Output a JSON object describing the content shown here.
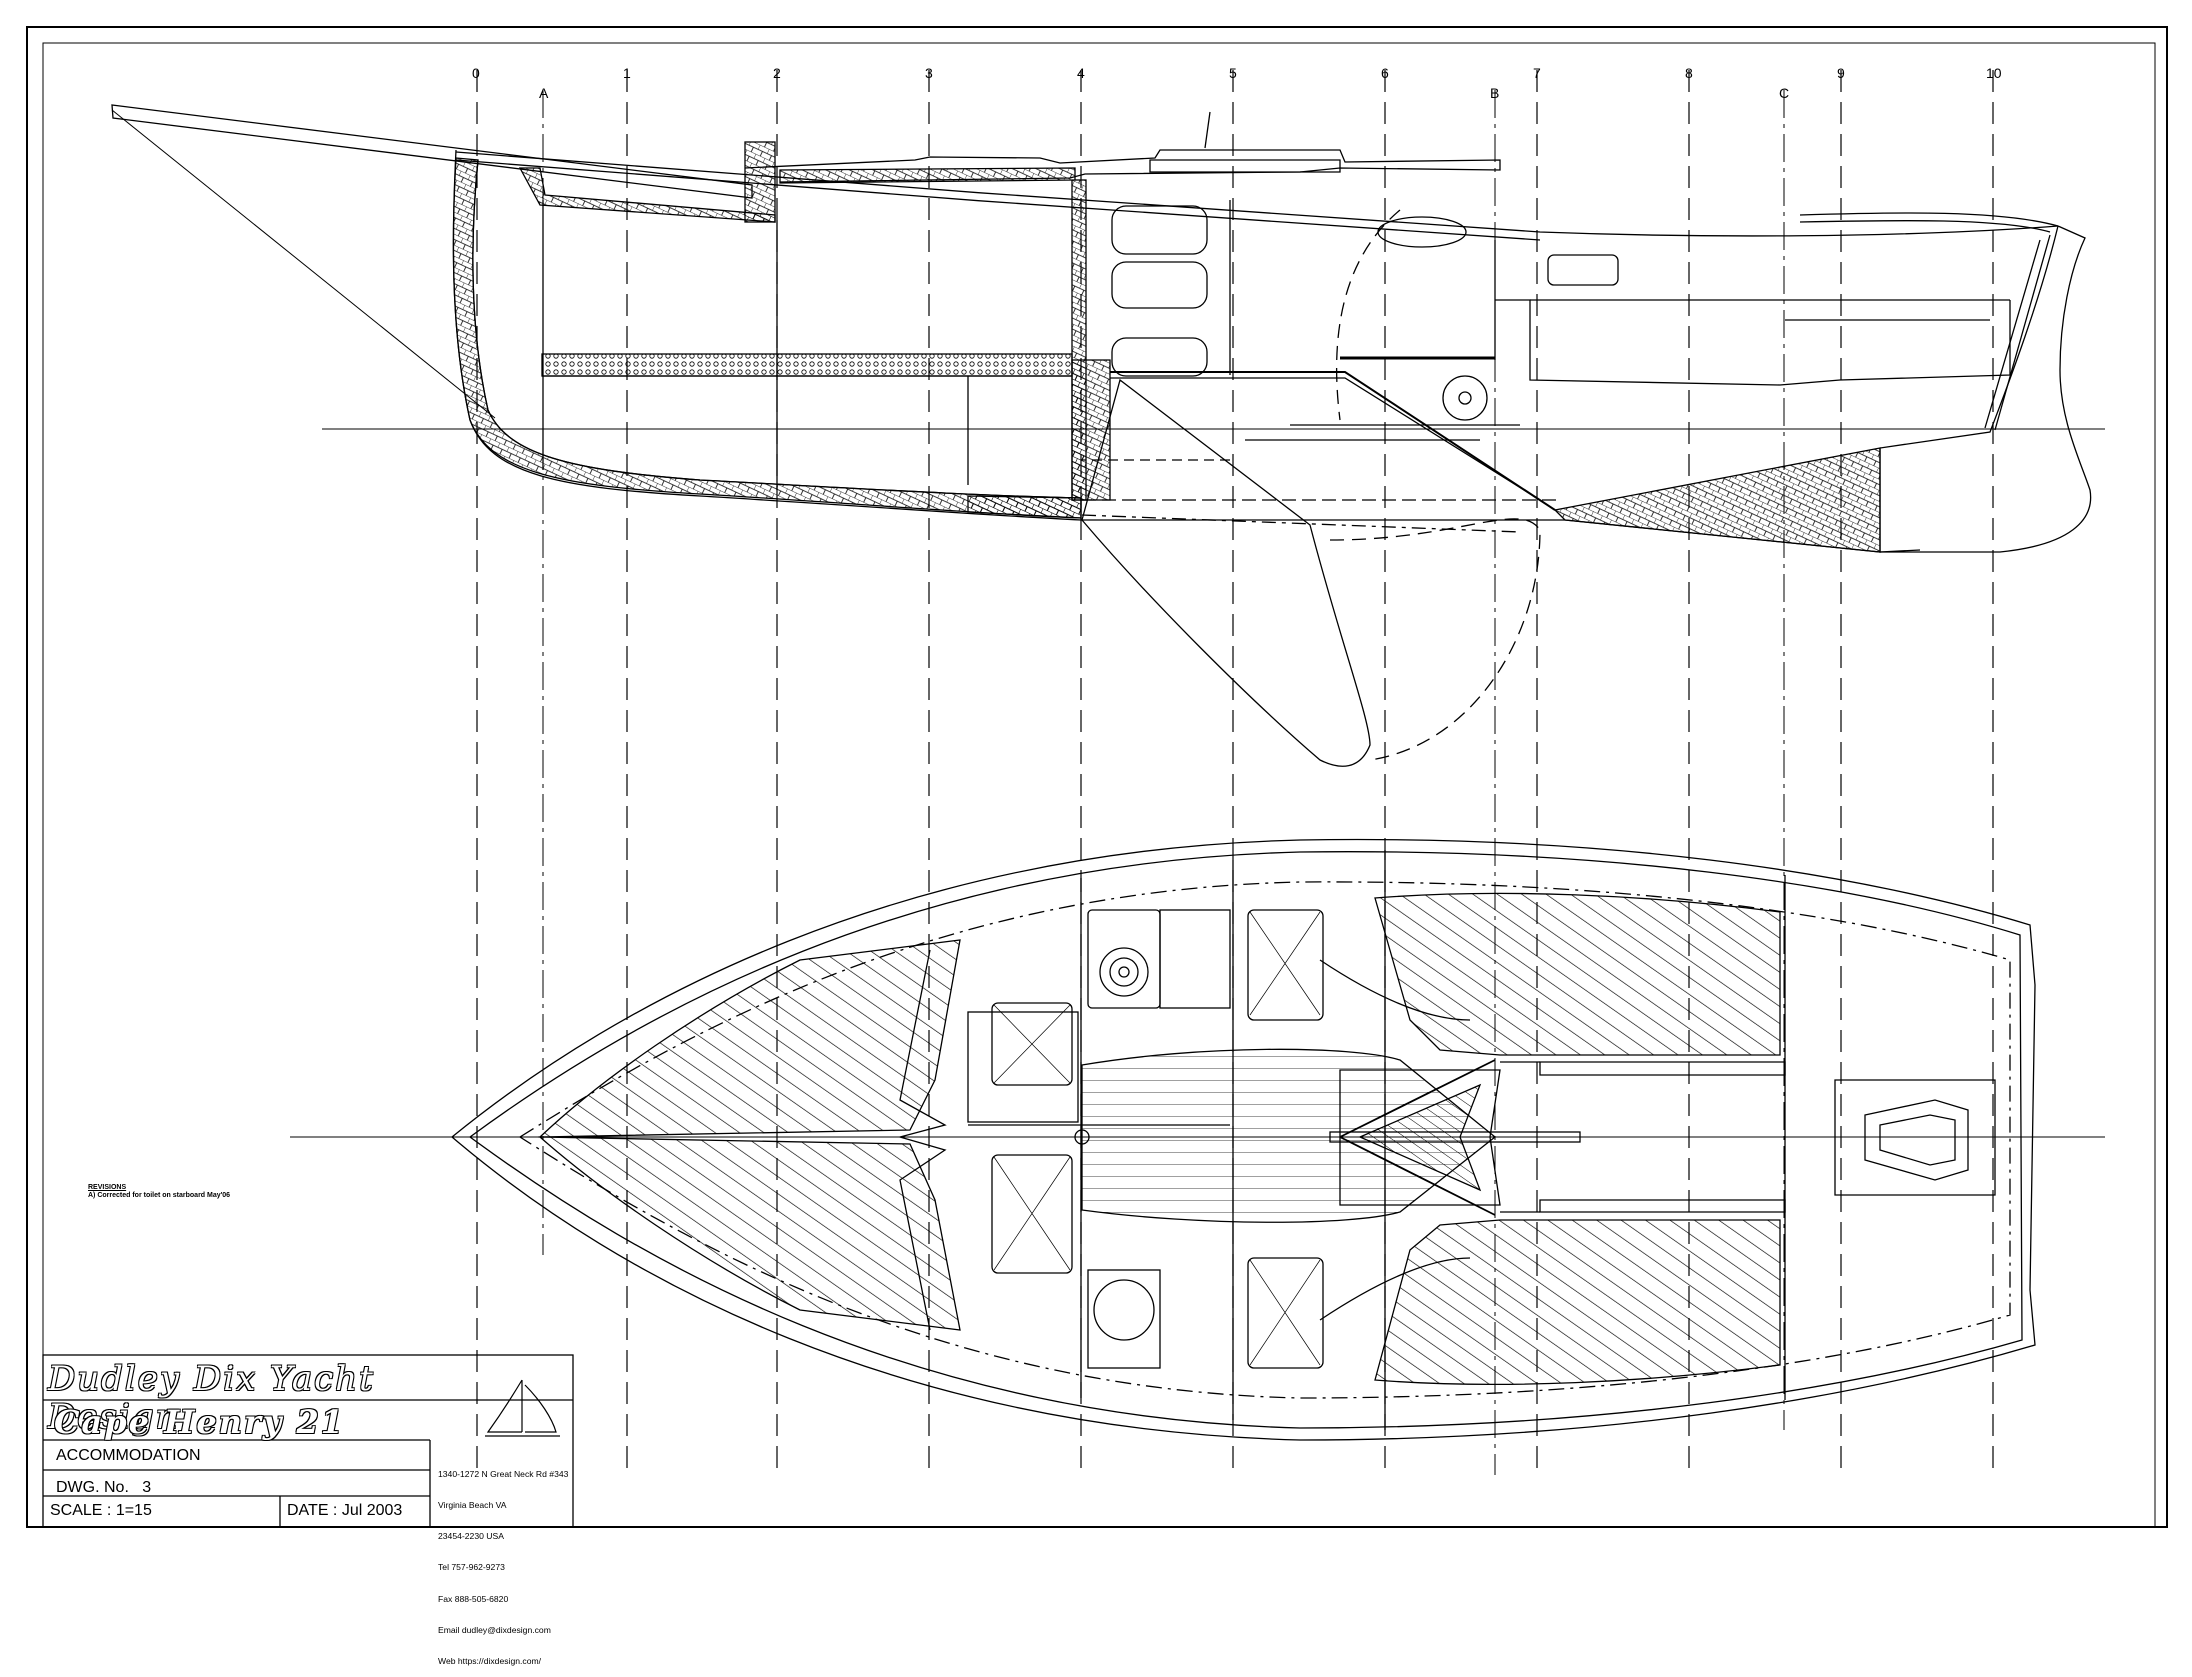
{
  "stations": [
    "0",
    "1",
    "2",
    "3",
    "4",
    "5",
    "6",
    "7",
    "8",
    "9",
    "10"
  ],
  "reference_lines": [
    "A",
    "B",
    "C"
  ],
  "revisions": {
    "heading": "REVISIONS",
    "entries": [
      "A) Corrected for toilet on starboard May'06"
    ]
  },
  "title_block": {
    "company": "Dudley Dix Yacht Design",
    "model": "Cape Henry 21",
    "drawing_title": "ACCOMMODATION",
    "dwg_label": "DWG. No.",
    "dwg_number": "3",
    "scale_label": "SCALE :",
    "scale_value": "1=15",
    "date_label": "DATE :",
    "date_value": "Jul 2003",
    "address_lines": [
      "1340-1272 N Great Neck Rd #343",
      "Virginia Beach VA",
      "23454-2230 USA",
      "Tel 757-962-9273",
      "Fax 888-505-6820",
      "Email dudley@dixdesign.com",
      "Web https://dixdesign.com/"
    ]
  }
}
